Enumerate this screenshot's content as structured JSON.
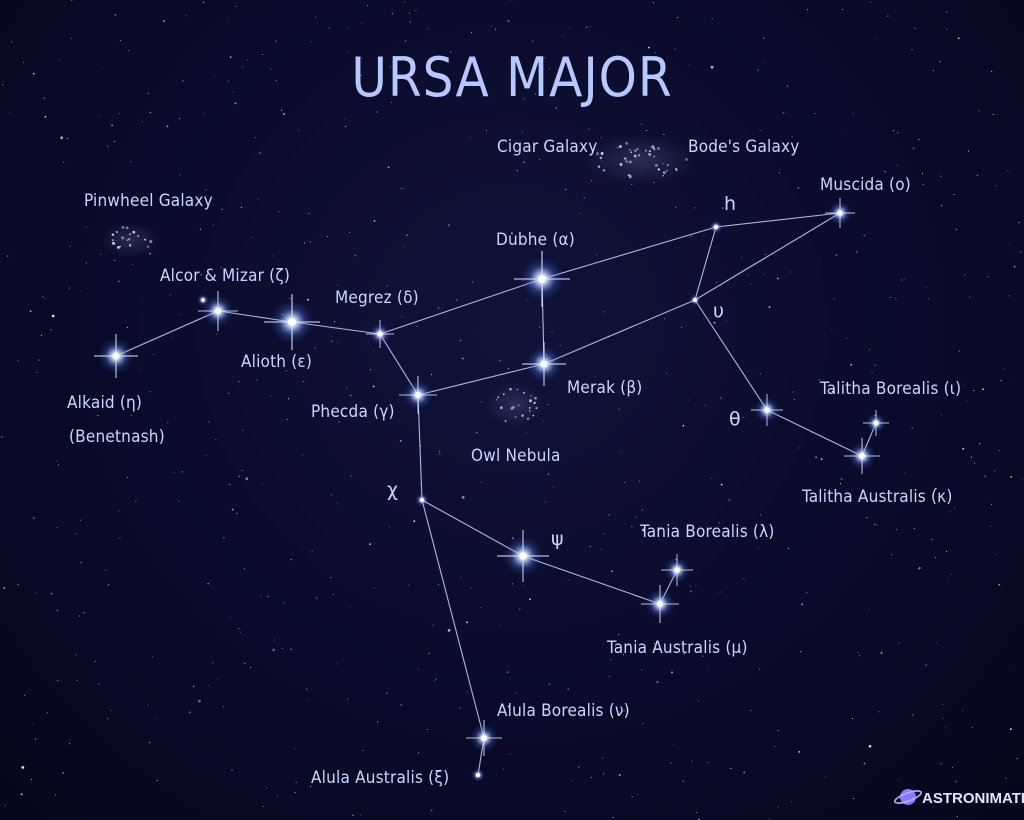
{
  "title": "URSA MAJOR",
  "brand": "ASTRONIMATE",
  "colors": {
    "background": "#0a0b2a",
    "line": "#c9d6ff",
    "label": "#c9d6ff",
    "title": "#b7c8ff",
    "star": "#ffffff",
    "glow": "#8fb0ff"
  },
  "labels": {
    "cigar": "Cigar Galaxy",
    "bodes": "Bode's Galaxy",
    "pinwheel": "Pinwheel Galaxy",
    "muscida": "Muscida (ο)",
    "h": "h",
    "dubhe": "Dubhe (α)",
    "alcor": "Alcor & Mizar (ζ)",
    "megrez": "Megrez (δ)",
    "upsilon": "υ",
    "alioth": "Alioth (ε)",
    "merak": "Merak (β)",
    "alkaid": "Alkaid (η)",
    "benetnash": "(Benetnash)",
    "phecda": "Phecda (γ)",
    "theta": "θ",
    "talitha_b": "Talitha Borealis (ι)",
    "owl": "Owl Nebula",
    "chi": "χ",
    "talitha_a": "Talitha Australis (κ)",
    "psi": "ψ",
    "tania_b": "Tania Borealis (λ)",
    "tania_a": "Tania Australis (μ)",
    "alula_b": "Alula Borealis (ν)",
    "alula_a": "Alula Australis (ξ)"
  }
}
